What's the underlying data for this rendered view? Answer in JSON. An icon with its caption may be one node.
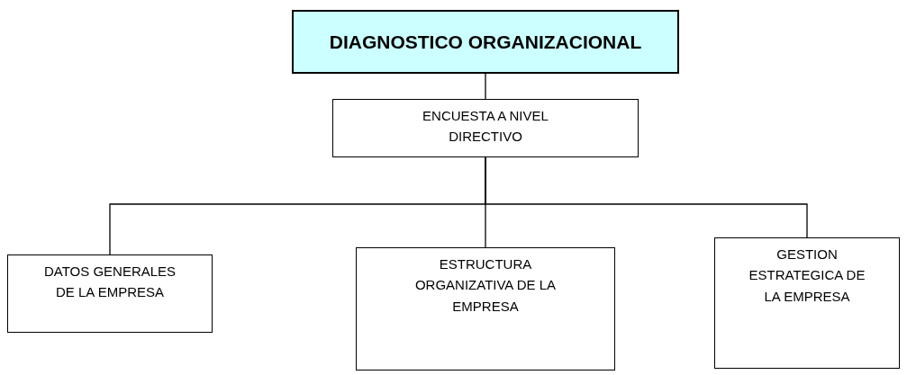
{
  "diagram": {
    "nodes": [
      {
        "text": [
          "DIAGNOSTICO ORGANIZACIONAL"
        ]
      },
      {
        "text": [
          "ENCUESTA A NIVEL DIRECTIVO"
        ]
      },
      {
        "text": [
          "DATOS GENERALES DE LA EMPRESA"
        ]
      },
      {
        "text": [
          "ESTRUCTURA ORGANIZATIVA DE LA EMPRESA"
        ]
      },
      {
        "text": [
          "GESTION ESTRATEGICA DE LA EMPRESA"
        ]
      }
    ],
    "edges": [
      {
        "from": 0,
        "to": 1,
        "arrow": "none"
      },
      {
        "from": 1,
        "to": 2,
        "arrow": "none"
      },
      {
        "from": 1,
        "to": 3,
        "arrow": "none"
      },
      {
        "from": 1,
        "to": 4,
        "arrow": "none"
      }
    ]
  }
}
